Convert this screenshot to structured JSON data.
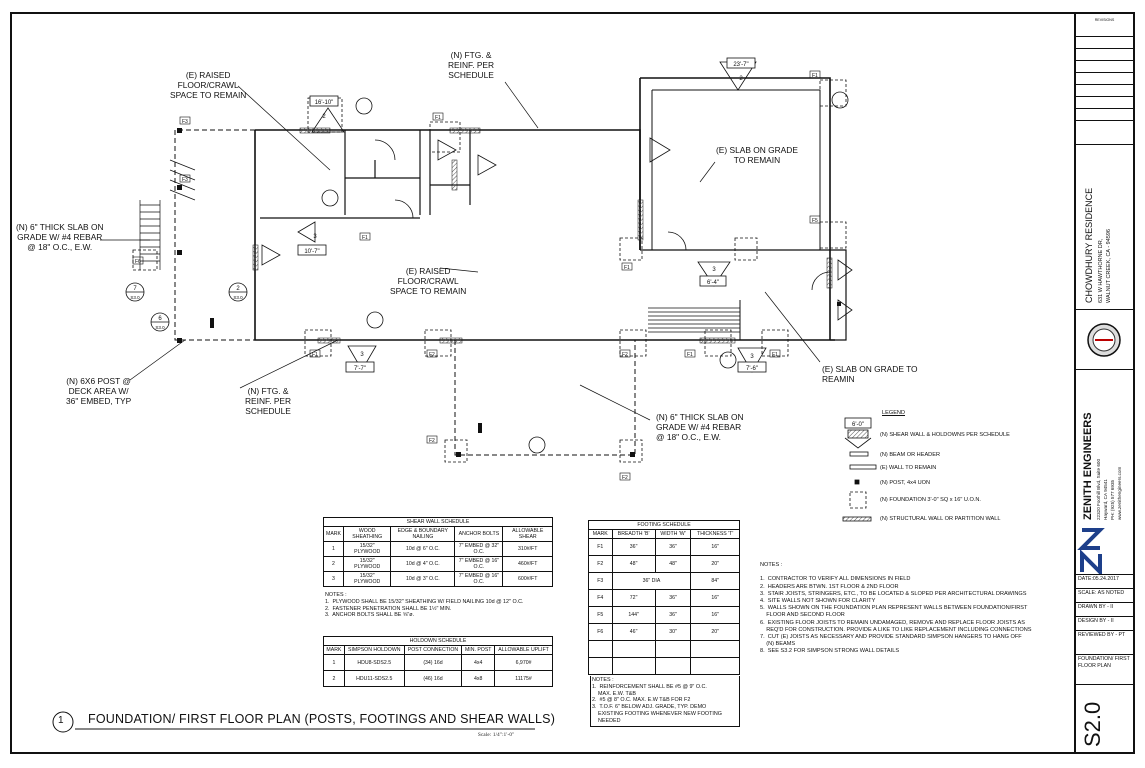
{
  "labels": {
    "raised_top": "(E) RAISED\nFLOOR/CRAWL\nSPACE TO REMAIN",
    "ftg_top": "(N) FTG. &\nREINF. PER\nSCHEDULE",
    "slab_left": "(N) 6\" THICK SLAB ON\nGRADE W/ #4 REBAR\n@ 18\" O.C., E.W.",
    "raised_mid": "(E) RAISED\nFLOOR/CRAWL\nSPACE TO REMAIN",
    "slab_grade_top": "(E) SLAB ON GRADE\nTO REMAIN",
    "slab_grade_right": "(E) SLAB ON GRADE TO\nREAMIN",
    "post": "(N) 6X6 POST @\nDECK AREA W/\n36\" EMBED, TYP",
    "ftg_bottom": "(N) FTG. &\nREINF. PER\nSCHEDULE",
    "slab_bottom": "(N) 6\" THICK SLAB ON\nGRADE W/ #4 REBAR\n@ 18\" O.C., E.W."
  },
  "dims": {
    "d1": "16'-10\"",
    "d2": "23'-7\"",
    "d3": "10'-7\"",
    "d4": "6'-4\"",
    "d5": "7'-7\"",
    "d6": "7'-6\"",
    "d7": "6'-0\""
  },
  "shear_schedule": {
    "title": "SHEAR WALL SCHEDULE",
    "headers": [
      "MARK",
      "WOOD SHEATHING",
      "EDGE & BOUNDARY NAILING",
      "ANCHOR BOLTS",
      "ALLOWABLE SHEAR"
    ],
    "rows": [
      [
        "1",
        "15/32\" PLYWOOD",
        "10d @ 6\" O.C.",
        "7\" EMBED @ 32\" O.C.",
        "310#/FT"
      ],
      [
        "2",
        "15/32\" PLYWOOD",
        "10d @ 4\" O.C.",
        "7\" EMBED @ 16\" O.C.",
        "460#/FT"
      ],
      [
        "3",
        "15/32\" PLYWOOD",
        "10d @ 3\" O.C.",
        "7\" EMBED @ 16\" O.C.",
        "600#/FT"
      ]
    ],
    "notes": "NOTES :\n1.  PLYWOOD SHALL BE 15/32\" SHEATHING W/ FIELD NAILING 10d @ 12\" O.C.\n2.  FASTENER PENETRATION SHALL BE 1½\" MIN.\n3.  ANCHOR BOLTS SHALL BE ⅝\"ø."
  },
  "holdown_schedule": {
    "title": "HOLDOWN SCHEDULE",
    "headers": [
      "MARK",
      "SIMPSON HOLDOWN",
      "POST CONNECTION",
      "MIN. POST",
      "ALLOWABLE UPLIFT"
    ],
    "rows": [
      [
        "1",
        "HDU8-SDS2.5",
        "(34) 16d",
        "4x4",
        "6,970#"
      ],
      [
        "2",
        "HDU11-SDS2.5",
        "(46) 16d",
        "4x8",
        "11175#"
      ]
    ]
  },
  "footing_schedule": {
    "title": "FOOTING SCHEDULE",
    "headers": [
      "MARK",
      "BREADTH 'B'",
      "WIDTH 'W'",
      "THICKNESS 'T'"
    ],
    "rows": [
      [
        "F1",
        "36\"",
        "36\"",
        "16\""
      ],
      [
        "F2",
        "48\"",
        "48\"",
        "20\""
      ],
      [
        "F3",
        "36\" DIA",
        "",
        "84\""
      ],
      [
        "F4",
        "72\"",
        "36\"",
        "16\""
      ],
      [
        "F5",
        "144\"",
        "36\"",
        "16\""
      ],
      [
        "F6",
        "46\"",
        "30\"",
        "20\""
      ]
    ],
    "notes": "NOTES :\n1.  REINFORCEMENT SHALL BE #5 @ 9\" O.C.\n    MAX. E.W. T&B\n2.  #5 @ 8\" O.C. MAX. E.W T&B FOR F2\n3.  T.O.F. 6\" BELOW ADJ. GRADE, TYP. DEMO\n    EXISTING FOOTING WHENEVER NEW FOOTING\n    NEEDED"
  },
  "legend": {
    "title": "LEGEND",
    "items": [
      "(N) SHEAR WALL & HOLDOWNS PER SCHEDULE",
      "(N) BEAM OR HEADER",
      "(E) WALL TO REMAIN",
      "(N) POST, 4x4 UON",
      "(N) FOUNDATION 3'-0\" SQ x 16\" U.O.N.",
      "(N) STRUCTURAL WALL OR PARTITION WALL"
    ]
  },
  "notes": "NOTES :\n\n1.  CONTRACTOR TO VERIFY ALL DIMENSIONS IN FIELD\n2.  HEADERS ARE BTWN. 1ST FLOOR & 2ND FLOOR\n3.  STAIR JOISTS, STRINGERS, ETC., TO BE LOCATED & SLOPED PER ARCHITECTURAL DRAWINGS\n4.  SITE WALLS NOT SHOWN FOR CLARITY\n5.  WALLS SHOWN ON THE FOUNDATION PLAN REPRESENT WALLS BETWEEN FOUNDATION/FIRST\n    FLOOR AND SECOND FLOOR\n6.  EXISTING FLOOR JOISTS TO REMAIN UNDAMAGED, REMOVE AND REPLACE FLOOR JOISTS AS\n    REQ'D FOR CONSTRUCTION. PROVIDE A LIKE TO LIKE REPLACEMENT INCLUDING CONNECTIONS\n7.  CUT (E) JOISTS AS NECESSARY AND PROVIDE STANDARD SIMPSON HANGERS TO HANG OFF\n    (N) BEAMS\n8.  SEE S3.2 FOR SIMPSON STRONG WALL DETAILS",
  "drawing_title": "FOUNDATION/ FIRST FLOOR PLAN (POSTS, FOOTINGS AND SHEAR WALLS)",
  "drawing_number": "1",
  "scale": "Scale: 1/4\":1'-0\"",
  "title_block": {
    "revisions": "REVISIONS",
    "project": "CHOWDHURY RESIDENCE",
    "address1": "631 W HAWTHORNE DR,",
    "address2": "WALNUT CREEK, CA - 94596",
    "firm": "ZENITH ENGINEERS",
    "firm_addr1": "22320 Foothill Blvd, Suite 600",
    "firm_addr2": "Hayward, CA 94541",
    "firm_phone": "PH: (925) 577 6935",
    "firm_web": "www.zenithengineers.com",
    "date": "DATE:05.24.2017",
    "scale": "SCALE: AS NOTED",
    "drawn": "DRAWN BY - II",
    "design": "DESIGN BY - II",
    "reviewed": "REVIEWED BY - PT",
    "sheet_title": "FOUNDATION/ FIRST FLOOR PLAN",
    "sheet_no": "S2.0"
  },
  "colors": {
    "ink": "#111111",
    "hatch": "#555555"
  }
}
